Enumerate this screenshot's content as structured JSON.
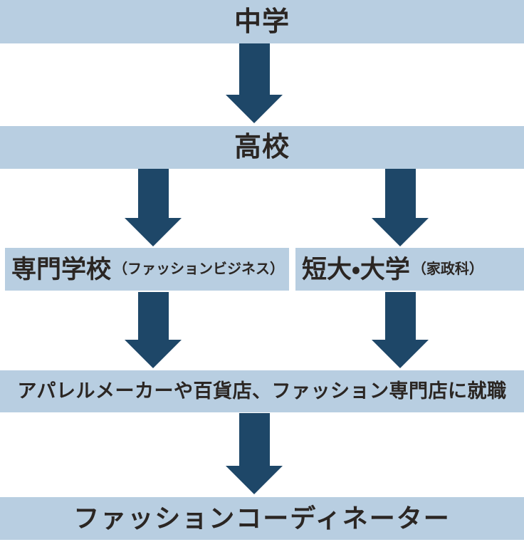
{
  "colors": {
    "banner_bg": "#b8cee1",
    "arrow": "#1e4768",
    "text": "#2b2623"
  },
  "flowchart": {
    "nodes": {
      "junior_high": {
        "label": "中学"
      },
      "high_school": {
        "label": "高校"
      },
      "vocational_school": {
        "title": "専門学校",
        "note": "（ファッションビジネス）"
      },
      "college_university": {
        "title": "短大・大学",
        "note": "（家政科）"
      },
      "employment": {
        "label": "アパレルメーカーや百貨店、ファッション専門店に就職"
      },
      "goal": {
        "label": "ファッションコーディネーター"
      }
    }
  }
}
